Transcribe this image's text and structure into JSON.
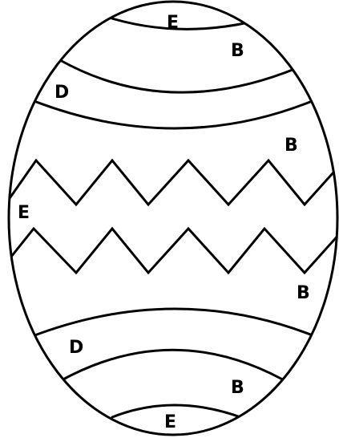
{
  "labels": {
    "top_cap": "E",
    "upper_band_right": "B",
    "upper_band_left": "D",
    "middle_upper_right": "B",
    "zigzag_band": "E",
    "middle_lower_right": "B",
    "lower_band_left": "D",
    "lower_band_right": "B",
    "bottom_cap": "E"
  },
  "colors": {
    "line": "#000000",
    "background": "#ffffff"
  }
}
